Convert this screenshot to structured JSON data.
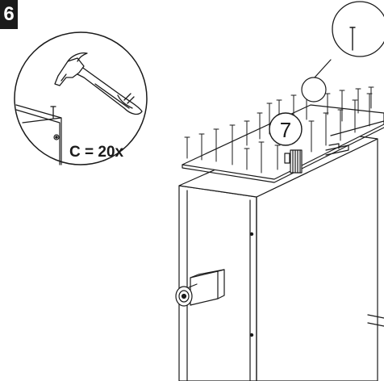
{
  "step": {
    "number": "6"
  },
  "detail": {
    "count_label": "C = 20x"
  },
  "callout": {
    "part_number": "7"
  },
  "icons": [
    "hammer-icon",
    "nail-icon"
  ],
  "colors": {
    "ink": "#1a1a1a",
    "paper": "#ffffff"
  }
}
